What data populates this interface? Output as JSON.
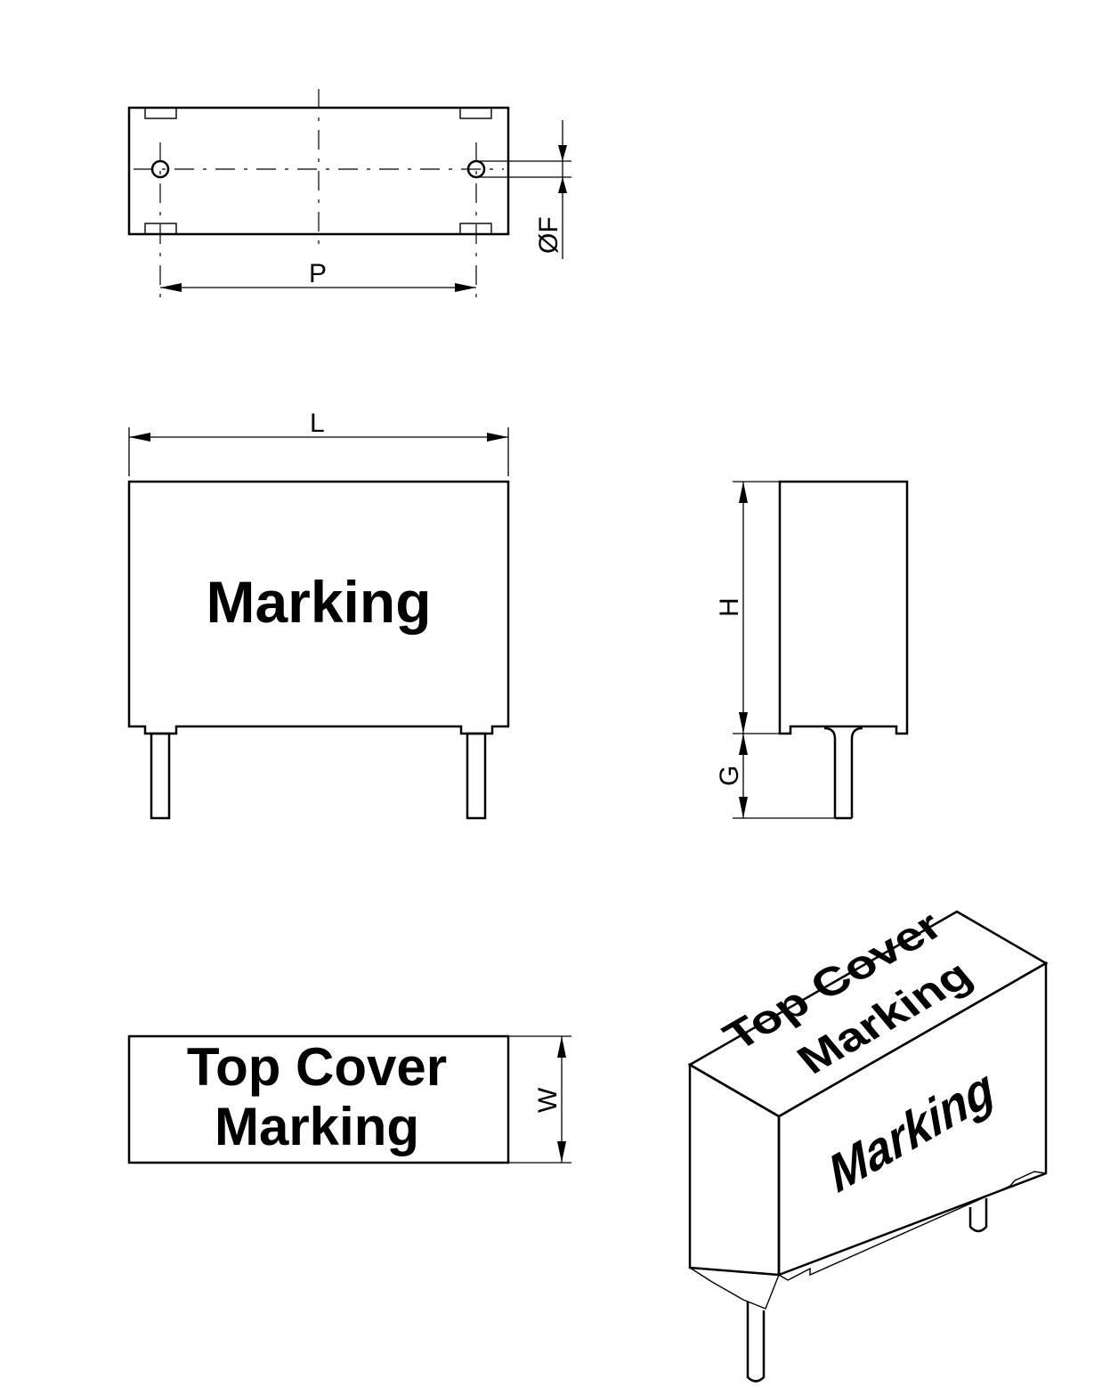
{
  "dimensions": {
    "pitch": "P",
    "lead_diameter": "ØF",
    "length": "L",
    "height": "H",
    "lead_length": "G",
    "width": "W"
  },
  "markings": {
    "front": "Marking",
    "top_line1": "Top Cover",
    "top_line2": "Marking",
    "iso_top_line1": "Top Cover",
    "iso_top_line2": "Marking",
    "iso_front": "Marking"
  },
  "colors": {
    "line": "#000000",
    "background": "#ffffff"
  }
}
